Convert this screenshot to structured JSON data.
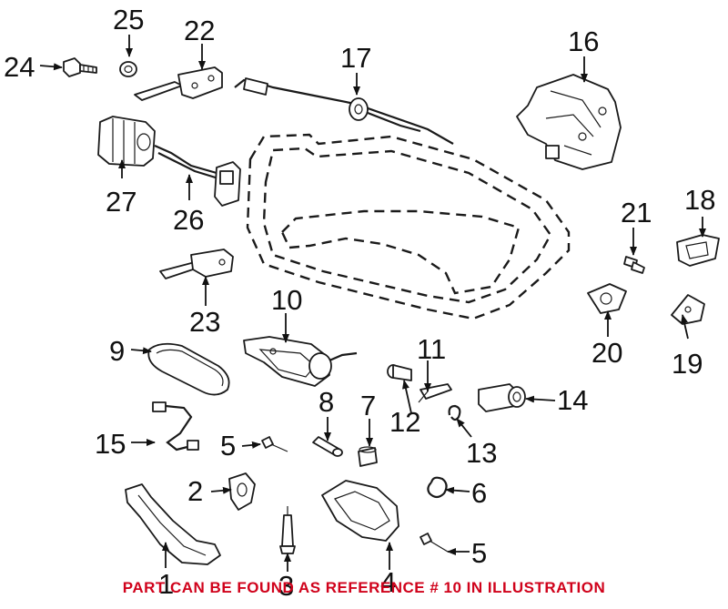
{
  "diagram": {
    "callouts": {
      "c1": "1",
      "c2": "2",
      "c3": "3",
      "c4": "4",
      "c5a": "5",
      "c5b": "5",
      "c6": "6",
      "c7": "7",
      "c8": "8",
      "c9": "9",
      "c10": "10",
      "c11": "11",
      "c12": "12",
      "c13": "13",
      "c14": "14",
      "c15": "15",
      "c16": "16",
      "c17": "17",
      "c18": "18",
      "c19": "19",
      "c20": "20",
      "c21": "21",
      "c22": "22",
      "c23": "23",
      "c24": "24",
      "c25": "25",
      "c26": "26",
      "c27": "27"
    },
    "caption": "PART CAN BE FOUND AS REFERENCE # 10 IN ILLUSTRATION"
  },
  "colors": {
    "caption": "#d0021b",
    "line": "#1a1a1a",
    "background": "#ffffff"
  }
}
